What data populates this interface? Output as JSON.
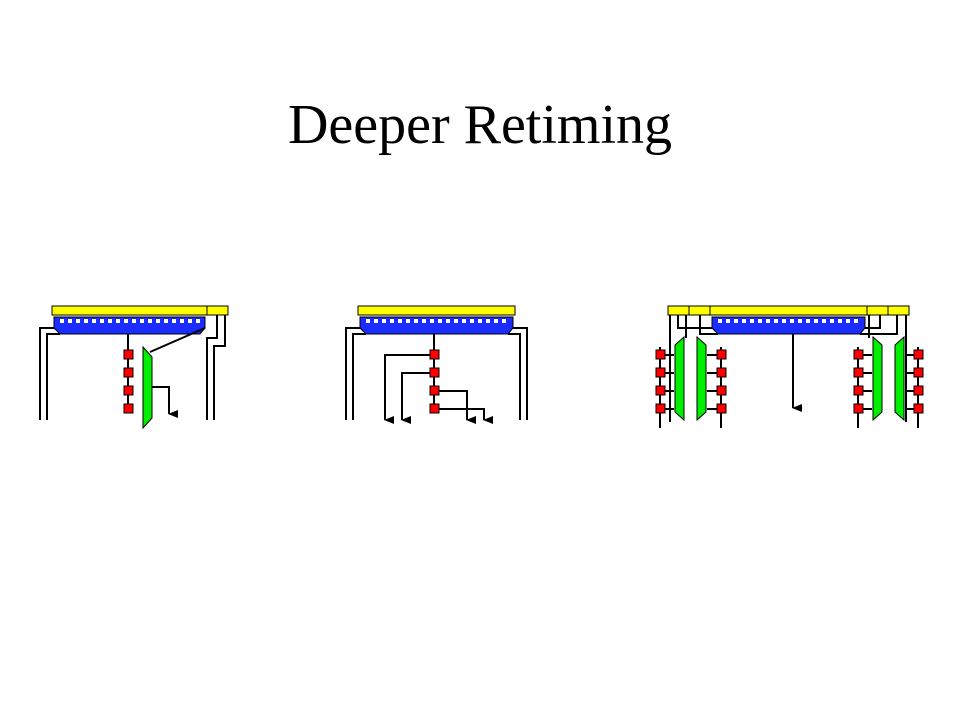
{
  "slide": {
    "title": "Deeper Retiming"
  },
  "colors": {
    "bus_yellow": "#ffff00",
    "crossbar_blue": "#0000ff",
    "register_red": "#ff0000",
    "mux_green": "#00ee00",
    "wire_black": "#000000"
  },
  "figures": [
    {
      "name": "single-output-retiming",
      "registers": 4,
      "muxes": 1,
      "outputs": 1
    },
    {
      "name": "multi-tap-retiming",
      "registers": 4,
      "muxes": 0,
      "outputs": 4
    },
    {
      "name": "distributed-retiming",
      "registers": 16,
      "muxes": 4,
      "outputs": 1
    }
  ]
}
